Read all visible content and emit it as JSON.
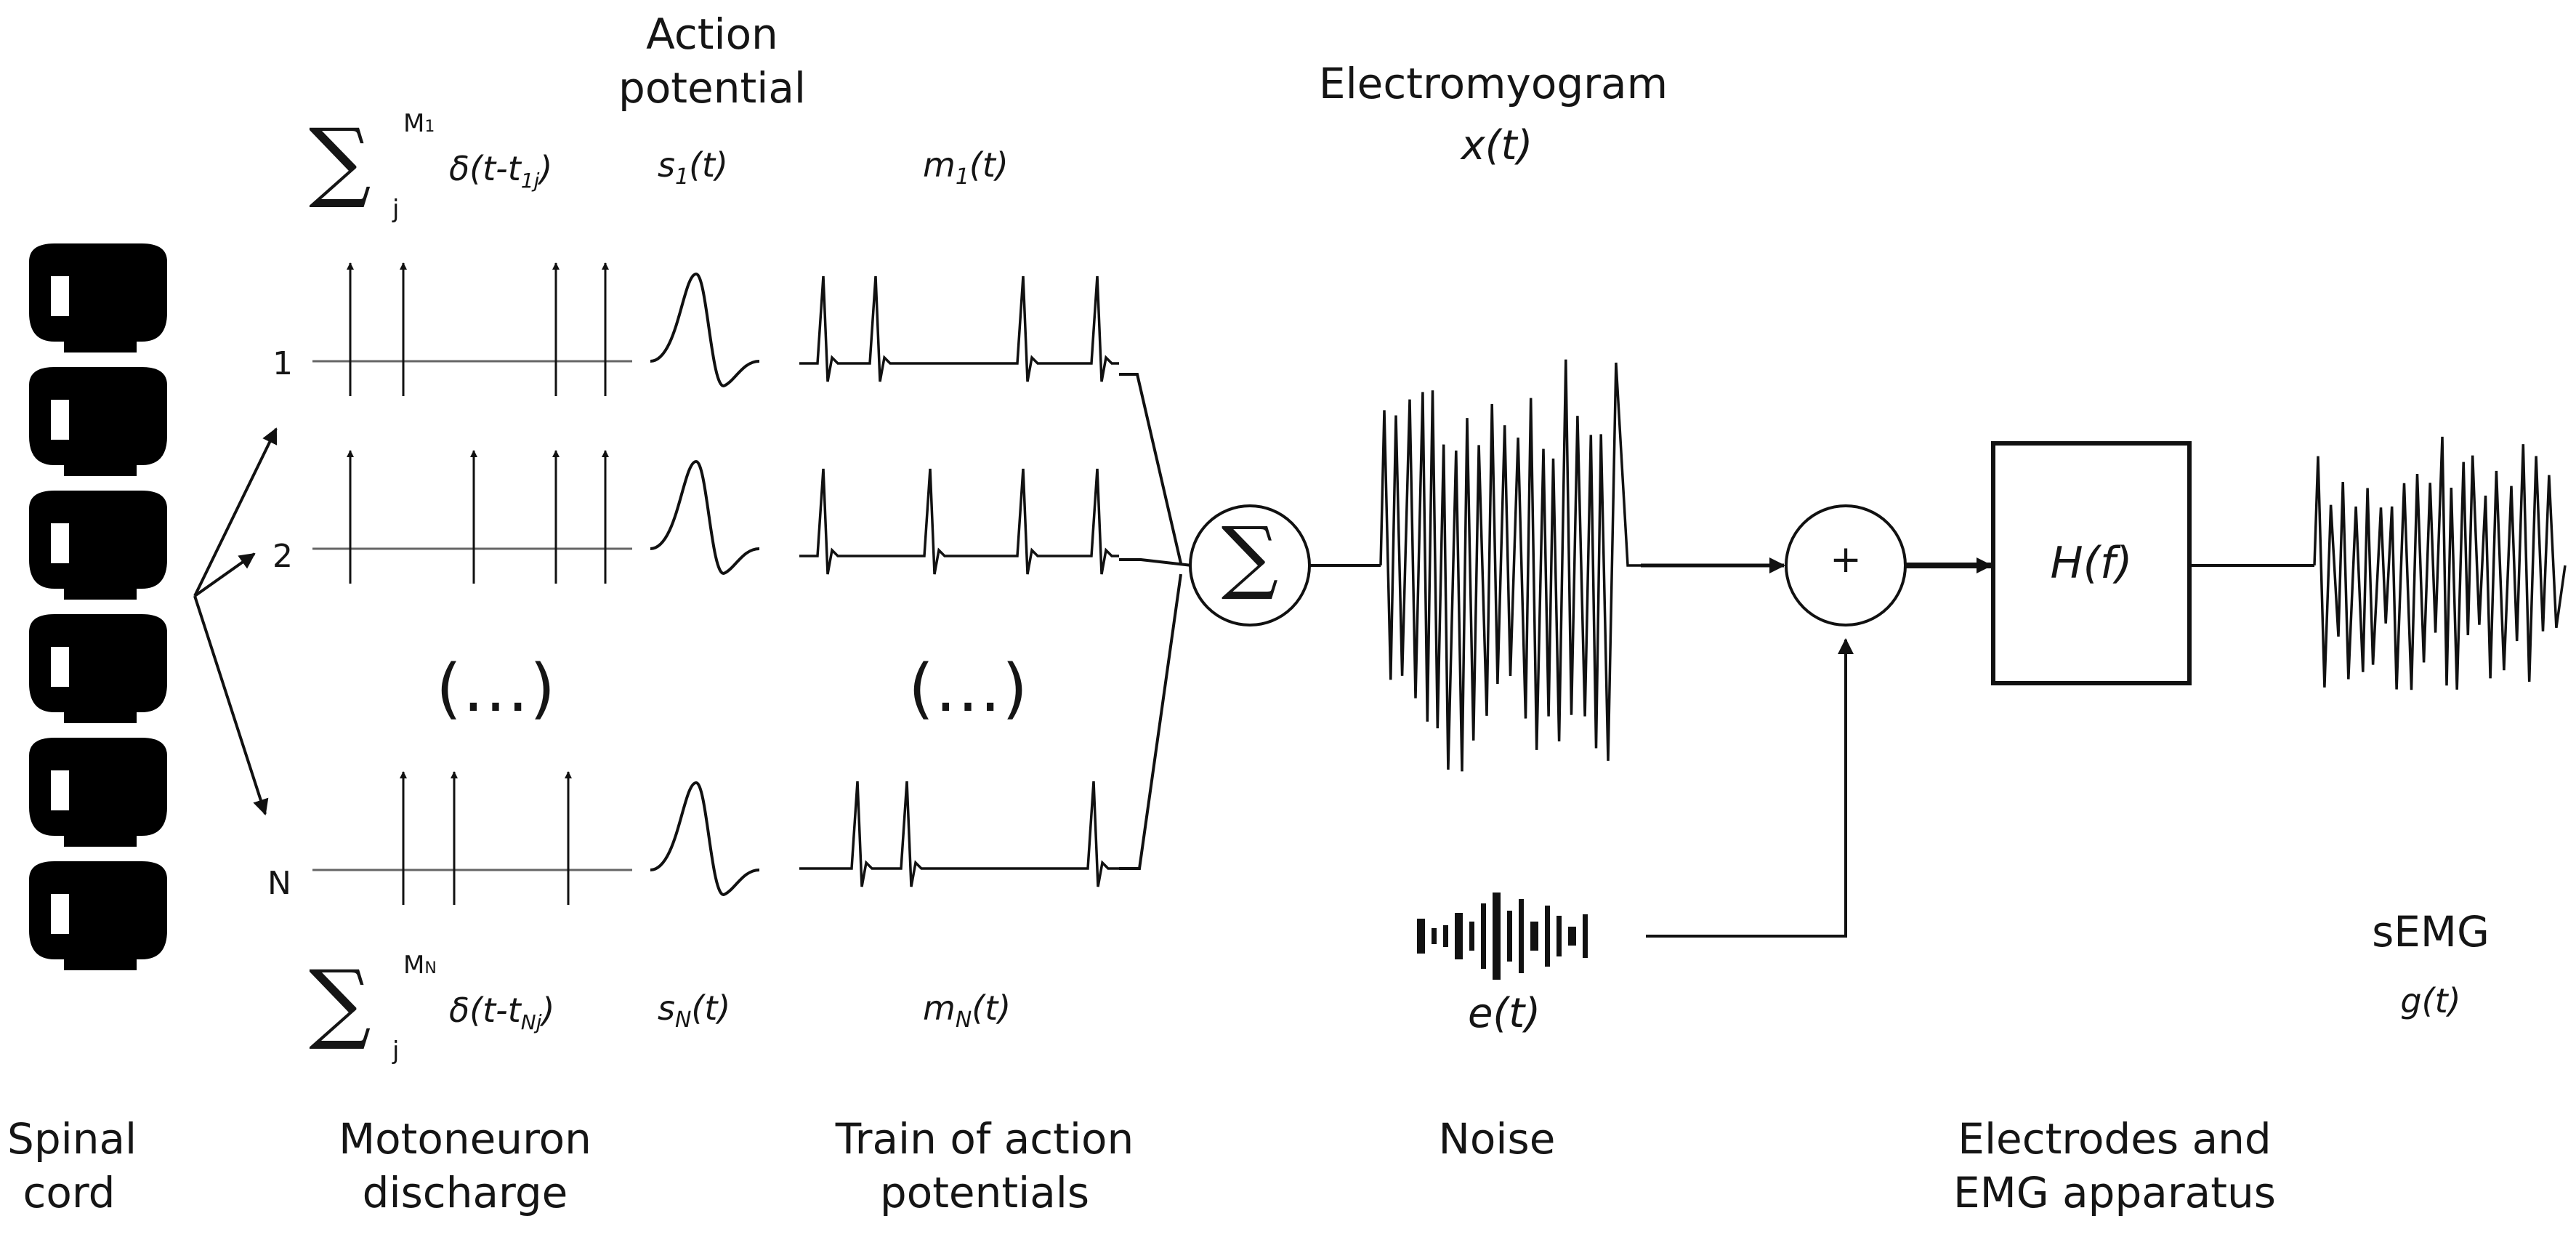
{
  "labels": {
    "spinal_cord": [
      "Spinal",
      "cord"
    ],
    "motoneuron": [
      "Motoneuron",
      "discharge"
    ],
    "train": [
      "Train of action",
      "potentials"
    ],
    "noise_caption": "Noise",
    "electrodes": [
      "Electrodes and",
      "EMG apparatus"
    ],
    "action_potential": [
      "Action",
      "potential"
    ],
    "electromyogram": "Electromyogram",
    "semg": "sEMG"
  },
  "math": {
    "sum_symbol": "∑",
    "sum_top_upper": "M",
    "sum_top_upper_sub": "1",
    "sum_top_lower": "j",
    "delta_top": "δ(t-t",
    "delta_top_sub": "1j",
    "delta_close": ")",
    "sum_bottom_upper": "M",
    "sum_bottom_upper_sub": "N",
    "sum_bottom_lower": "j",
    "delta_bottom": "δ(t-t",
    "delta_bottom_sub": "Nj",
    "s1": "s",
    "s1_sub": "1",
    "sN": "s",
    "sN_sub": "N",
    "m1": "m",
    "m1_sub": "1",
    "mN": "m",
    "mN_sub": "N",
    "arg_t": "(t)",
    "x_t": "x(t)",
    "e_t": "e(t)",
    "g_t": "g(t)",
    "h_f": "H(f)",
    "sigma_node": "∑",
    "plus_node": "+"
  },
  "rows": {
    "row1": "1",
    "row2": "2",
    "rowN": "N"
  },
  "ellipsis": "(...)",
  "colors": {
    "ink": "#111111",
    "axis": "#555555",
    "background": "#ffffff"
  }
}
